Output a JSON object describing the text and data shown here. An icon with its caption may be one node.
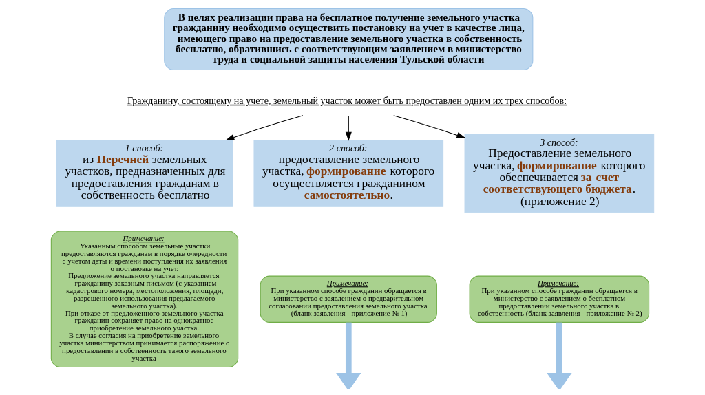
{
  "diagram": {
    "nodes": [
      {
        "text": [
          "В целях реализации права на бесплатное получение земельного участка гражданину необходимо осуществить постановку на учет в качестве лица, имеющего право на предоставление земельного участка в собственность бесплатно, обратившись с соответствующим заявлением в министерство труда и социальной защиты населения Тульской области"
        ]
      },
      {
        "text": [
          "Гражданину, состоящему на учете, земельный участок может быть предоставлен одним их трех способов:"
        ]
      },
      {
        "text": [
          "1 способ:",
          "из **Перечней** земельных участков, предназначенных для предоставления гражданам в собственность бесплатно"
        ]
      },
      {
        "text": [
          "2 способ:",
          "предоставление земельного участка, **формирование** которого осуществляется гражданином **самостоятельно**."
        ]
      },
      {
        "text": [
          "3 способ:",
          "Предоставление земельного участка, **формирование** которого обеспечивается **за счет соответствующего бюджета**. (приложение 2)"
        ]
      },
      {
        "text": [
          "Примечание:",
          "Указанным способом земельные участки предоставляются гражданам в порядке очередности с учетом даты и времени поступления их заявления о постановке на учет.",
          "Предложение земельного участка направляется гражданину заказным письмом (с указанием кадастрового номера, местоположения, площади, разрешенного использования предлагаемого земельного участка).",
          "При отказе от предложенного земельного участка гражданин сохраняет право на однократное приобретение земельного участка.",
          "В случае согласия на приобретение земельного участка министерством принимается распоряжение о предоставлении в собственность такого земельного участка"
        ]
      },
      {
        "text": [
          "Примечание:",
          "При указанном способе гражданин обращается в министерство с заявлением о предварительном согласовании предоставления земельного участка (бланк заявления - приложение № 1)"
        ]
      },
      {
        "text": [
          "Примечание:",
          "При указанном способе гражданин обращается в министерство с заявлением о бесплатном предоставлении земельного участка в собственность (бланк заявления - приложение № 2)"
        ]
      }
    ],
    "edges": [
      {
        "from": 1,
        "to": 2,
        "arrow": "to"
      },
      {
        "from": 1,
        "to": 3,
        "arrow": "to"
      },
      {
        "from": 1,
        "to": 4,
        "arrow": "to"
      },
      {
        "from": 6,
        "to": null,
        "arrow": "to",
        "style": "thick",
        "color": "#9dc3e6"
      },
      {
        "from": 7,
        "to": null,
        "arrow": "to",
        "style": "thick",
        "color": "#9dc3e6"
      }
    ]
  }
}
